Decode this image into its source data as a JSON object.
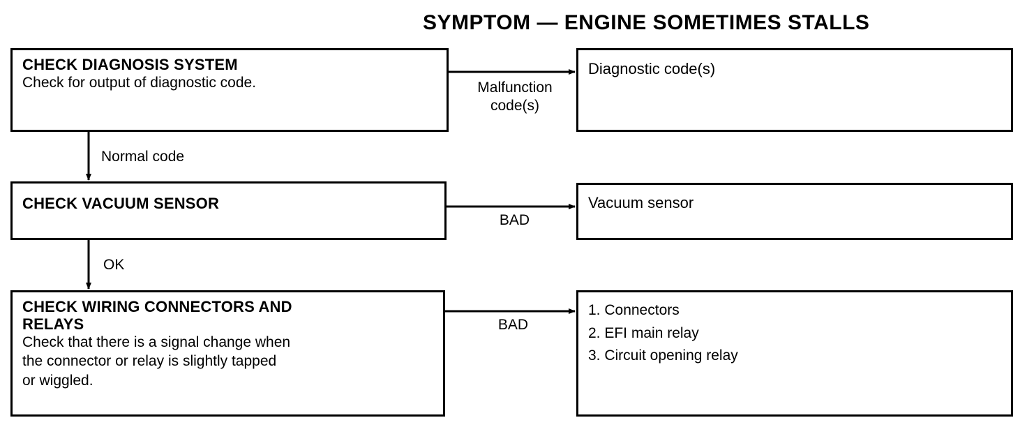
{
  "title": "SYMPTOM — ENGINE SOMETIMES STALLS",
  "colors": {
    "background": "#ffffff",
    "ink": "#000000",
    "box_border": "#000000"
  },
  "flow": {
    "steps": [
      {
        "id": "check-diagnosis-system",
        "heading": "CHECK DIAGNOSIS SYSTEM",
        "body": "Check for output of diagnostic code."
      },
      {
        "id": "check-vacuum-sensor",
        "heading": "CHECK VACUUM SENSOR",
        "body": ""
      },
      {
        "id": "check-wiring-connectors-and-relays",
        "heading_line1": "CHECK WIRING CONNECTORS AND",
        "heading_line2": "RELAYS",
        "body_line1": "Check that there is a signal change when",
        "body_line2": "the connector or relay is slightly tapped",
        "body_line3": "or wiggled."
      }
    ],
    "results": [
      {
        "id": "diagnostic-codes",
        "text": "Diagnostic code(s)"
      },
      {
        "id": "vacuum-sensor",
        "text": "Vacuum sensor"
      },
      {
        "id": "suspect-parts",
        "items": [
          "1. Connectors",
          "2. EFI main relay",
          "3. Circuit opening relay"
        ]
      }
    ],
    "branch_labels": {
      "malfunction_line1": "Malfunction",
      "malfunction_line2": "code(s)",
      "bad_vacuum": "BAD",
      "bad_wiring": "BAD"
    },
    "flow_labels": {
      "normal_code": "Normal code",
      "ok": "OK"
    }
  }
}
